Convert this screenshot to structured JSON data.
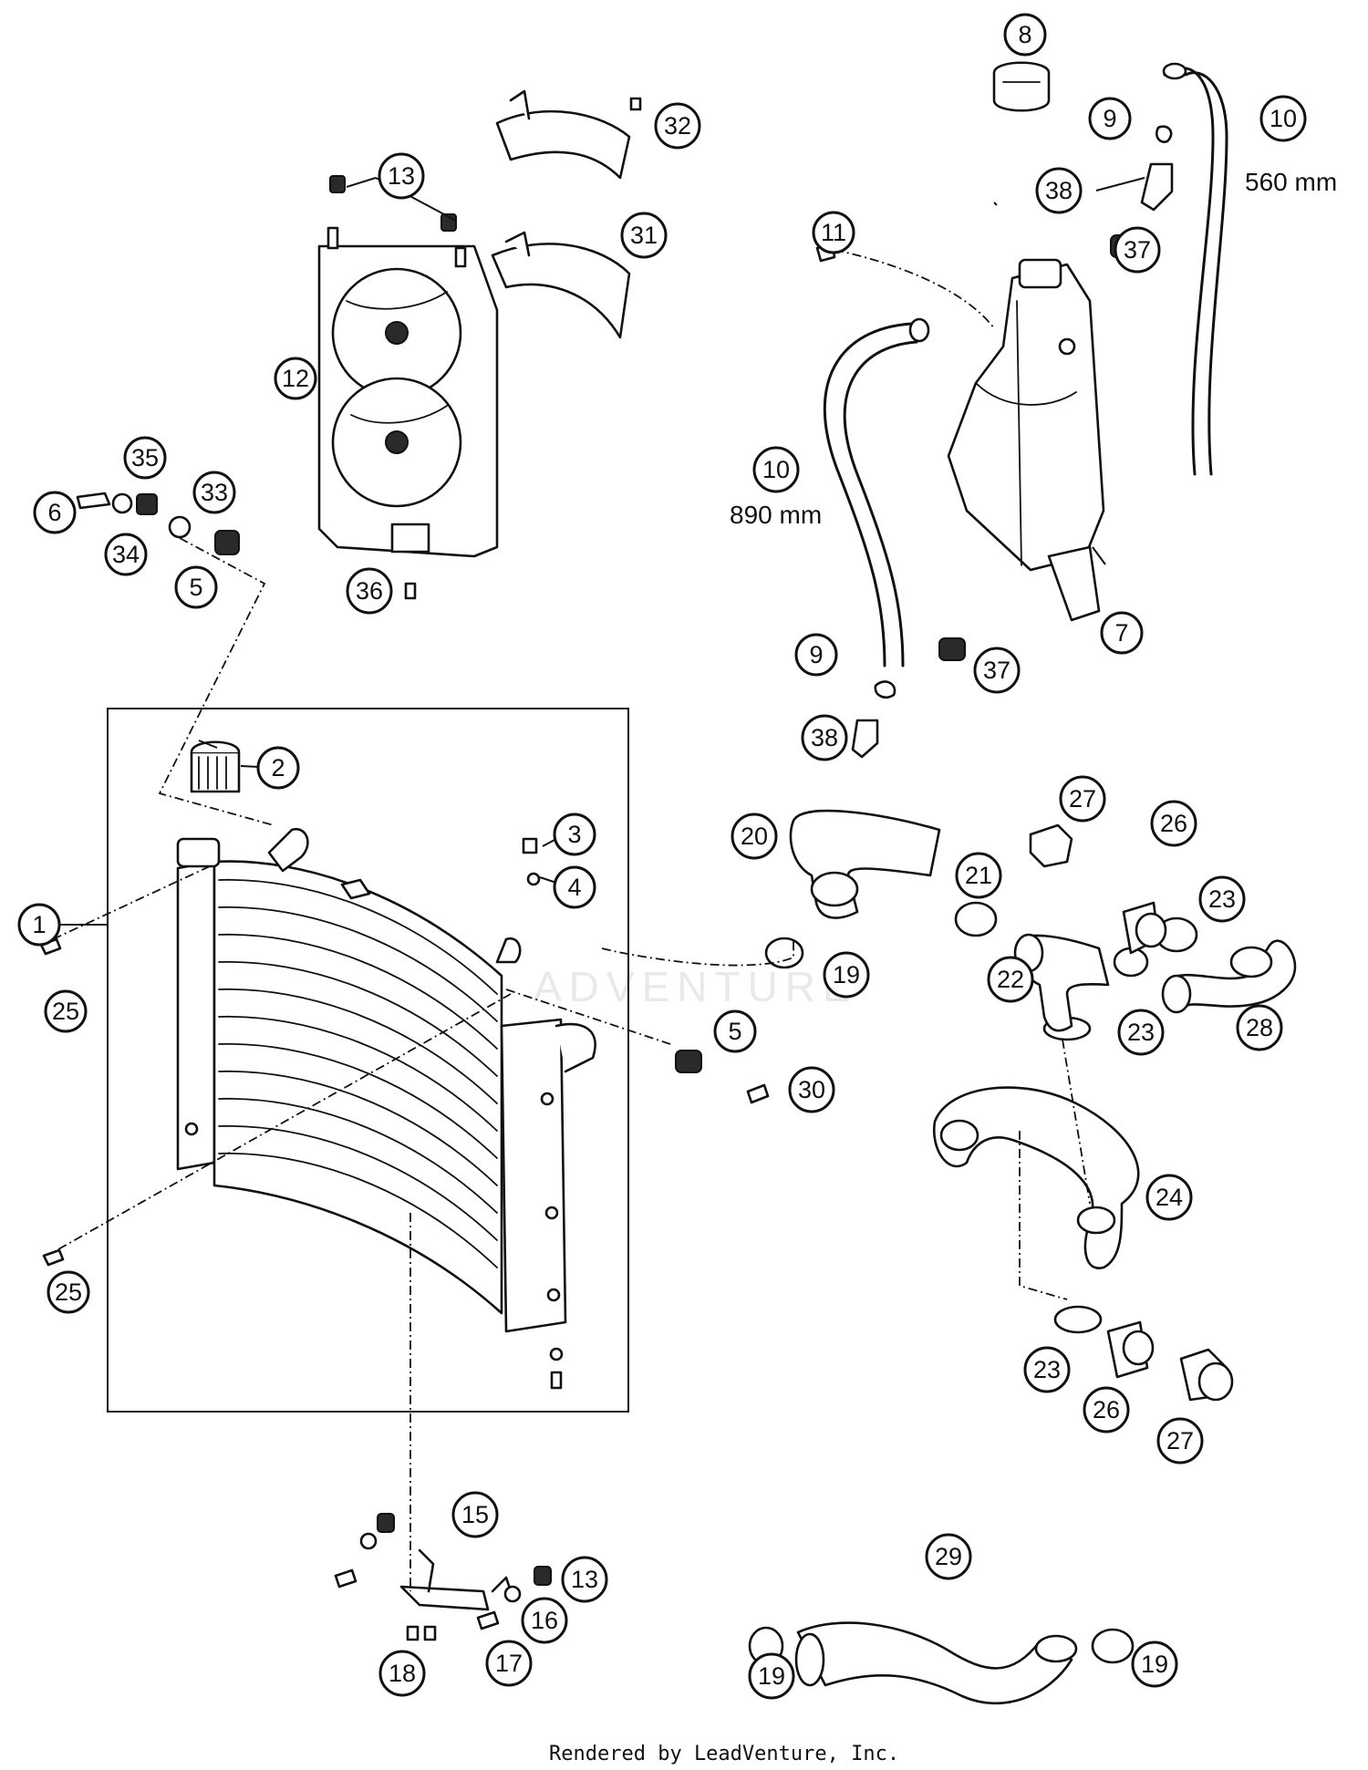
{
  "watermark": "ADVENTURE",
  "footer": "Rendered by LeadVenture, Inc.",
  "hose_lengths": {
    "hose_10_upper": "560 mm",
    "hose_10_lower": "890 mm"
  },
  "callouts": [
    {
      "id": "c1",
      "label": "1"
    },
    {
      "id": "c2",
      "label": "2"
    },
    {
      "id": "c3",
      "label": "3"
    },
    {
      "id": "c4",
      "label": "4"
    },
    {
      "id": "c5a",
      "label": "5"
    },
    {
      "id": "c5b",
      "label": "5"
    },
    {
      "id": "c6",
      "label": "6"
    },
    {
      "id": "c7",
      "label": "7"
    },
    {
      "id": "c8",
      "label": "8"
    },
    {
      "id": "c9a",
      "label": "9"
    },
    {
      "id": "c9b",
      "label": "9"
    },
    {
      "id": "c10a",
      "label": "10"
    },
    {
      "id": "c10b",
      "label": "10"
    },
    {
      "id": "c11",
      "label": "11"
    },
    {
      "id": "c12",
      "label": "12"
    },
    {
      "id": "c13a",
      "label": "13"
    },
    {
      "id": "c13b",
      "label": "13"
    },
    {
      "id": "c15",
      "label": "15"
    },
    {
      "id": "c16",
      "label": "16"
    },
    {
      "id": "c17",
      "label": "17"
    },
    {
      "id": "c18",
      "label": "18"
    },
    {
      "id": "c19a",
      "label": "19"
    },
    {
      "id": "c19b",
      "label": "19"
    },
    {
      "id": "c19c",
      "label": "19"
    },
    {
      "id": "c20",
      "label": "20"
    },
    {
      "id": "c21",
      "label": "21"
    },
    {
      "id": "c22",
      "label": "22"
    },
    {
      "id": "c23a",
      "label": "23"
    },
    {
      "id": "c23b",
      "label": "23"
    },
    {
      "id": "c23c",
      "label": "23"
    },
    {
      "id": "c23d",
      "label": "23"
    },
    {
      "id": "c24",
      "label": "24"
    },
    {
      "id": "c25a",
      "label": "25"
    },
    {
      "id": "c25b",
      "label": "25"
    },
    {
      "id": "c26a",
      "label": "26"
    },
    {
      "id": "c26b",
      "label": "26"
    },
    {
      "id": "c27a",
      "label": "27"
    },
    {
      "id": "c27b",
      "label": "27"
    },
    {
      "id": "c28",
      "label": "28"
    },
    {
      "id": "c29",
      "label": "29"
    },
    {
      "id": "c30",
      "label": "30"
    },
    {
      "id": "c31",
      "label": "31"
    },
    {
      "id": "c32",
      "label": "32"
    },
    {
      "id": "c33",
      "label": "33"
    },
    {
      "id": "c34",
      "label": "34"
    },
    {
      "id": "c35",
      "label": "35"
    },
    {
      "id": "c36",
      "label": "36"
    },
    {
      "id": "c37a",
      "label": "37"
    },
    {
      "id": "c37b",
      "label": "37"
    },
    {
      "id": "c38a",
      "label": "38"
    },
    {
      "id": "c38b",
      "label": "38"
    }
  ]
}
